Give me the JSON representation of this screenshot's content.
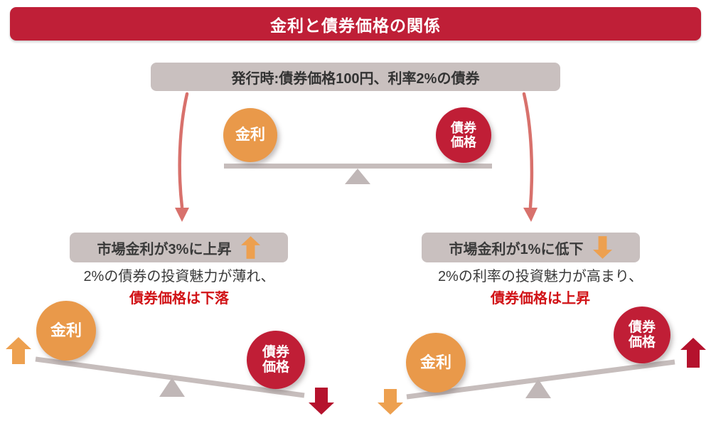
{
  "title": "金利と債券価格の関係",
  "issuance_note": "発行時:債券価格100円、利率2%の債券",
  "balance_labels": {
    "interest": "金利",
    "bond_price_line1": "債券",
    "bond_price_line2": "価格"
  },
  "scenario_left": {
    "heading": "市場金利が3%に上昇",
    "heading_icon": "up-arrow",
    "description": "2%の債券の投資魅力が薄れ、",
    "result": "債券価格は下落"
  },
  "scenario_right": {
    "heading": "市場金利が1%に低下",
    "heading_icon": "down-arrow",
    "description": "2%の利率の投資魅力が高まり、",
    "result": "債券価格は上昇"
  },
  "colors": {
    "crimson": "#bf1f37",
    "dark_red": "#b5122d",
    "orange": "#e9994a",
    "orange_arrow": "#eda04f",
    "taupe_bar": "#c9c0bf",
    "beam_gray": "#c6bdbc",
    "fulcrum_gray": "#c0b7b7",
    "salmon_arrow": "#d8716c",
    "text_dark": "#3a3a3a",
    "result_red": "#d11317"
  }
}
